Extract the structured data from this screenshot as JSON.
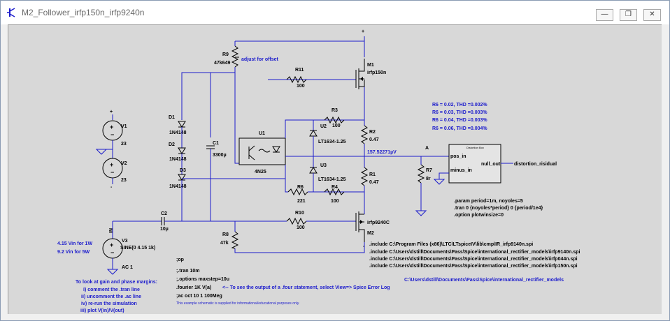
{
  "window": {
    "title": "M2_Follower_irfp150n_irfp9240n",
    "minimize_glyph": "—",
    "restore_glyph": "❐",
    "close_glyph": "✕",
    "icon": "transistor-icon"
  },
  "components": {
    "r9": {
      "name": "R9",
      "value": "47k649",
      "note": "adjust for offset"
    },
    "r11": {
      "name": "R11",
      "value": "100"
    },
    "m1": {
      "name": "M1",
      "value": "irfp150n"
    },
    "d1": {
      "name": "D1",
      "value": "1N4148"
    },
    "d2": {
      "name": "D2",
      "value": "1N4148"
    },
    "d3": {
      "name": "D3",
      "value": "1N4148"
    },
    "c1": {
      "name": "C1",
      "value": "3300µ"
    },
    "u1": {
      "name": "U1",
      "value": "4N25"
    },
    "u2": {
      "name": "U2",
      "value": "LT1634-1.25"
    },
    "u3": {
      "name": "U3",
      "value": "LT1634-1.25"
    },
    "r3": {
      "name": "R3",
      "value": "100"
    },
    "r2": {
      "name": "R2",
      "value": "0.47"
    },
    "r1": {
      "name": "R1",
      "value": "0.47"
    },
    "r6": {
      "name": "R6",
      "value": "221"
    },
    "r4": {
      "name": "R4",
      "value": "100"
    },
    "r7": {
      "name": "R7",
      "value": "8r"
    },
    "v1": {
      "name": "V1",
      "value": "23"
    },
    "v2": {
      "name": "V2",
      "value": "23"
    },
    "c2": {
      "name": "C2",
      "value": "10µ"
    },
    "r10": {
      "name": "R10",
      "value": "100"
    },
    "m2": {
      "name": "M2",
      "value": "irfp9240C"
    },
    "r8": {
      "name": "R8",
      "value": "47k"
    },
    "v3": {
      "name": "V3",
      "value": "SINE(0 4.15 1k)",
      "ac": "AC 1"
    }
  },
  "nets": {
    "in": "IN",
    "a": "A",
    "probe_value": "157.52271µV",
    "out_label": "distortion_risidual"
  },
  "subckt": {
    "title": "Distortion Box",
    "pos_in": "pos_in",
    "minus_in": "minus_in",
    "null_out": "null_out"
  },
  "results": [
    "R6 = 0.02, THD =0.002%",
    "R6 = 0.03, THD =0.003%",
    "R6 = 0.04, THD =0.003%",
    "R6 = 0.06, THD =0.004%"
  ],
  "param_lines": [
    ".param period=1m, noyoles=5",
    ".tran 0 {noyoles*period} 0 {period/1e4}",
    ".option plotwinsize=0"
  ],
  "include_lines": [
    ".include C:\\Program Files (x86)\\LTC\\LTspiceIV\\lib\\cmp\\IR_irfp9140n.spi",
    ".include C:\\Users\\dstill\\Documents\\Pass\\Spice\\international_rectifier_models\\irfp9140n.spi",
    ".include C:\\Users\\dstill\\Documents\\Pass\\Spice\\international_rectifier_models\\irfp044n.spi",
    ".include C:\\Users\\dstill\\Documents\\Pass\\Spice\\international_rectifier_models\\irfp150n.spi"
  ],
  "path_note": "C:\\Users\\dstill\\Documents\\Pass\\Spice\\international_rectifier_models",
  "input_notes": [
    "4.15 Vin for 1W",
    "9.2 Vin for 5W"
  ],
  "gain_notes": [
    "To look at gain and phase margins:",
    "i) comment the .tran line",
    "ii) uncomment the .ac line",
    "iv) re-run the simulation",
    "iii) plot V(in)/V(out)"
  ],
  "directives": {
    "op": ";op",
    "tran": ";.tran 10m",
    "options": ";.options maxstep=10u",
    "four": ".fourier 1K V(a)",
    "four_note": "<-- To see the output of a .four statement, select View=> Spice Error Log",
    "ac": ";ac oct 10 1 100Meg",
    "disclaimer": "This example schematic is supplied for informational/educational purposes only."
  }
}
